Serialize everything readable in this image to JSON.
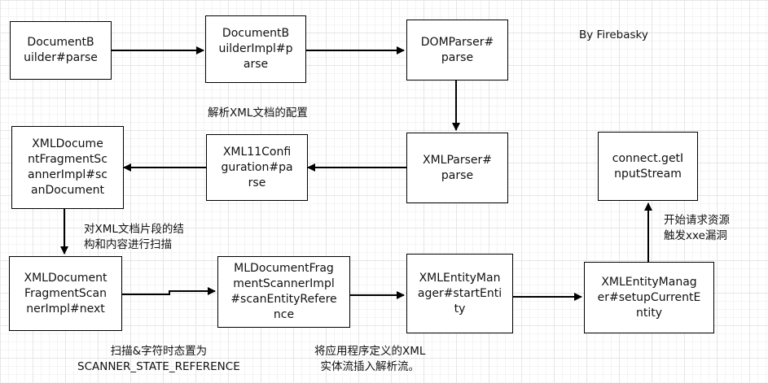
{
  "diagram": {
    "author": "By Firebasky",
    "nodes": {
      "document_builder_parse": "DocumentB\nuilder#parse",
      "document_builder_impl_parse": "DocumentB\nuilderImpl#p\narse",
      "dom_parser_parse": "DOMParser#\nparse",
      "xml_parser_parse": "XMLParser#\nparse",
      "xml11_configuration_parse": "XML11Confi\nguration#pa\nrse",
      "scanner_impl_scan_document": "XMLDocume\nntFragmentSc\nannerImpl#sc\nanDocument",
      "scanner_impl_next": "XMLDocument\nFragmentScan\nnerImpl#next",
      "scanner_impl_scan_entity_reference": "MLDocumentFrag\nmentScannerImpl\n#scanEntityRefere\nnce",
      "entity_manager_start_entity": "XMLEntityMan\nager#startEnti\nty",
      "entity_manager_setup_current_entity": "XMLEntityManag\ner#setupCurrentE\nntity",
      "connect_get_input_stream": "connect.getI\nnputStream"
    },
    "annotations": {
      "parse_config": "解析XML文档的配置",
      "scan_fragment": "对XML文档片段的结\n构和内容进行扫描",
      "scanner_state": "扫描&字符时态置为\nSCANNER_STATE_REFERENCE",
      "entity_stream": "将应用程序定义的XML\n实体流插入解析流。",
      "request_resource": "开始请求资源\n触发xxe漏洞"
    },
    "colors": {
      "line": "#000000",
      "box_border": "#000000",
      "box_fill": "#ffffff",
      "grid": "#e6e6e6"
    }
  }
}
